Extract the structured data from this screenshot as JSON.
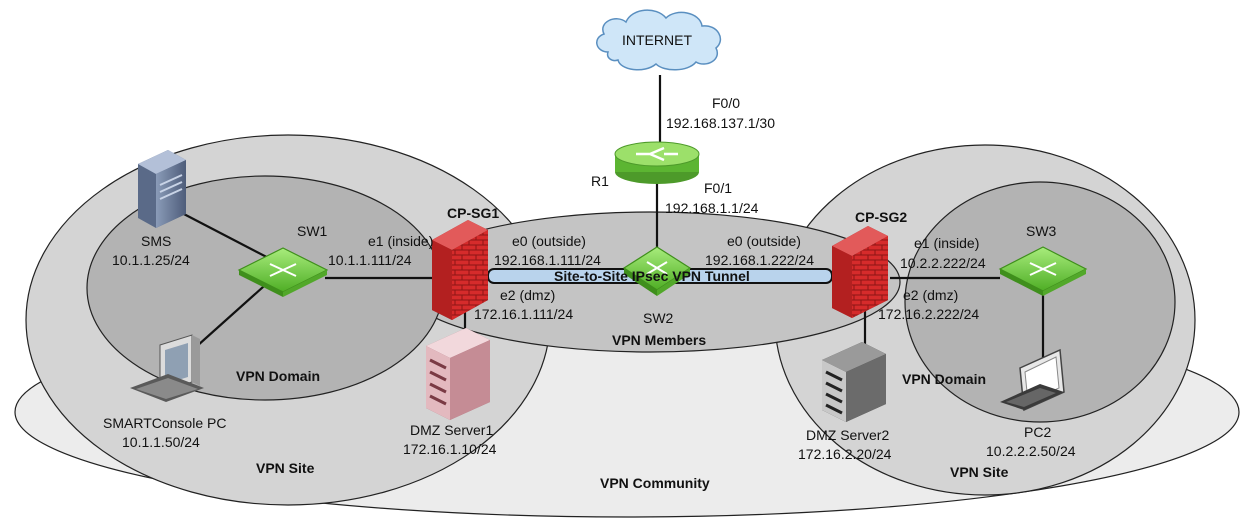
{
  "labels": {
    "internet": "INTERNET",
    "f00": "F0/0",
    "f00_ip": "192.168.137.1/30",
    "r1": "R1",
    "f01": "F0/1",
    "f01_ip": "192.168.1.1/24",
    "sms": "SMS",
    "sms_ip": "10.1.1.25/24",
    "sw1": "SW1",
    "e1_inside_1": "e1 (inside)",
    "e1_inside_1_ip": "10.1.1.111/24",
    "cpsg1": "CP-SG1",
    "e0_outside_1": "e0 (outside)",
    "e0_outside_1_ip": "192.168.1.111/24",
    "tunnel": "Site-to-Site IPsec VPN Tunnel",
    "e2_dmz_1": "e2 (dmz)",
    "e2_dmz_1_ip": "172.16.1.111/24",
    "sw2": "SW2",
    "vpn_members": "VPN Members",
    "e0_outside_2": "e0 (outside)",
    "e0_outside_2_ip": "192.168.1.222/24",
    "cpsg2": "CP-SG2",
    "e1_inside_2": "e1 (inside)",
    "e1_inside_2_ip": "10.2.2.222/24",
    "sw3": "SW3",
    "e2_dmz_2": "e2 (dmz)",
    "e2_dmz_2_ip": "172.16.2.222/24",
    "vpn_domain_1": "VPN Domain",
    "vpn_domain_2": "VPN Domain",
    "smartconsole": "SMARTConsole PC",
    "smartconsole_ip": "10.1.1.50/24",
    "dmz1": "DMZ Server1",
    "dmz1_ip": "172.16.1.10/24",
    "dmz2": "DMZ Server2",
    "dmz2_ip": "172.16.2.20/24",
    "pc2": "PC2",
    "pc2_ip": "10.2.2.2.50/24",
    "vpn_site_1": "VPN Site",
    "vpn_site_2": "VPN Site",
    "vpn_community": "VPN Community"
  },
  "colors": {
    "community_fill": "#ececec",
    "site_fill": "#d4d4d4",
    "domain_fill": "#b3b3b3",
    "members_fill": "#c4c4c4",
    "firewall": "#d62b2b",
    "switch": "#6fcf3c",
    "router": "#7fcf4a",
    "tunnel": "#b9d3ec",
    "cloud": "#cfe6f8"
  },
  "icons": [
    "internet-cloud-icon",
    "router-icon",
    "switch-icon",
    "firewall-icon",
    "server-icon",
    "desktop-pc-icon",
    "laptop-icon"
  ]
}
